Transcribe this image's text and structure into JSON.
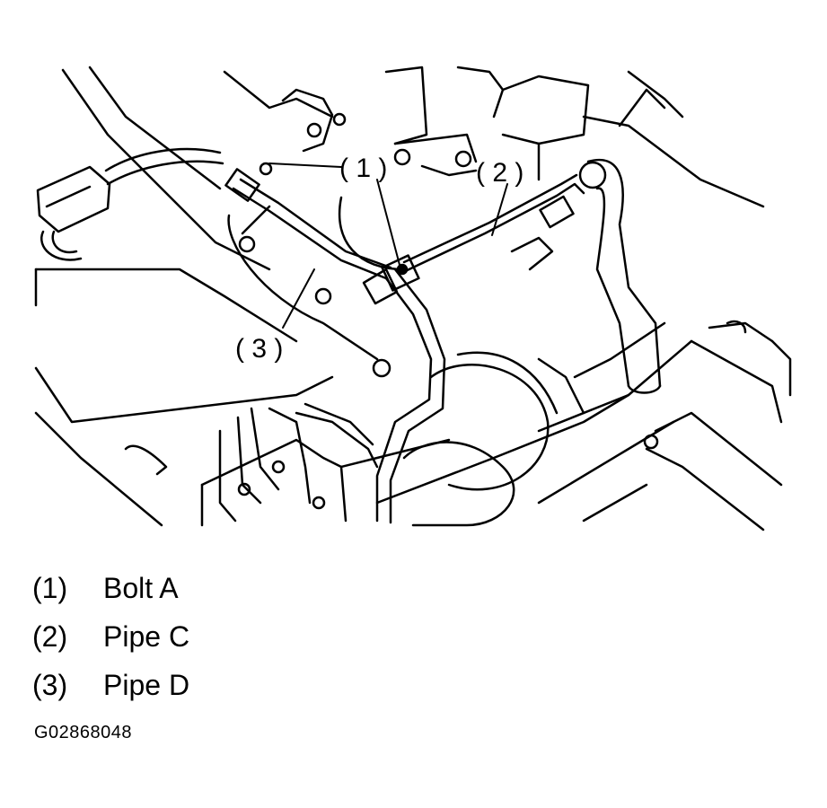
{
  "callouts": [
    {
      "number": "1",
      "marker": "( 1 )"
    },
    {
      "number": "2",
      "marker": "( 2 )"
    },
    {
      "number": "3",
      "marker": "( 3 )"
    }
  ],
  "legend": [
    {
      "number": "(1)",
      "label": "Bolt A"
    },
    {
      "number": "(2)",
      "label": "Pipe C"
    },
    {
      "number": "(3)",
      "label": "Pipe D"
    }
  ],
  "figure_id": "G02868048"
}
